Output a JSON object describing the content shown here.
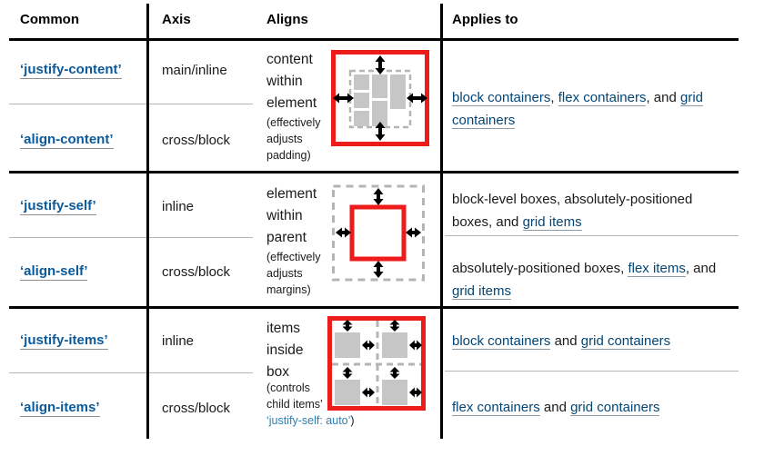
{
  "title": "CSS alignment properties overview table",
  "colors": {
    "property_link": "#0b5a9c",
    "body_link": "#034575",
    "css_value_link": "#2e7eb3",
    "diagram_red": "#ee1b1b",
    "diagram_tile_gray": "#c6c6c6",
    "diagram_dash_gray": "#b4b4b4",
    "rule_black": "#000000",
    "rule_gray": "#b6b6b6"
  },
  "header": {
    "common": "Common",
    "axis": "Axis",
    "aligns": "Aligns",
    "applies": "Applies to"
  },
  "groups": [
    {
      "rows": [
        {
          "property": "‘justify-content’",
          "axis": "main/inline"
        },
        {
          "property": "‘align-content’",
          "axis": "cross/block"
        }
      ],
      "aligns_lines": [
        "content",
        "within",
        "element"
      ],
      "aligns_note_lines": [
        "(effectively",
        "adjusts",
        "padding)"
      ],
      "diagram": "content-within-element-diagram",
      "applies": [
        {
          "segments": [
            {
              "text": "block containers",
              "type": "link"
            },
            {
              "text": ", ",
              "type": "plain"
            },
            {
              "text": "flex containers",
              "type": "link"
            },
            {
              "text": ", and ",
              "type": "plain"
            },
            {
              "text": "grid containers",
              "type": "link"
            }
          ]
        }
      ]
    },
    {
      "rows": [
        {
          "property": "‘justify-self’",
          "axis": "inline"
        },
        {
          "property": "‘align-self’",
          "axis": "cross/block"
        }
      ],
      "aligns_lines": [
        "element",
        "within",
        "parent"
      ],
      "aligns_note_lines": [
        "(effectively",
        "adjusts",
        "margins)"
      ],
      "diagram": "element-within-parent-diagram",
      "applies": [
        {
          "segments": [
            {
              "text": "block-level boxes, absolutely-positioned boxes, and ",
              "type": "plain"
            },
            {
              "text": "grid items",
              "type": "link"
            }
          ]
        },
        {
          "segments": [
            {
              "text": "absolutely-positioned boxes, ",
              "type": "plain"
            },
            {
              "text": "flex items",
              "type": "link"
            },
            {
              "text": ", and ",
              "type": "plain"
            },
            {
              "text": "grid items",
              "type": "link"
            }
          ]
        }
      ]
    },
    {
      "rows": [
        {
          "property": "‘justify-items’",
          "axis": "inline"
        },
        {
          "property": "‘align-items’",
          "axis": "cross/block"
        }
      ],
      "aligns_lines": [
        "items",
        "inside",
        "box"
      ],
      "aligns_note_lines": [
        "(controls",
        "child items’",
        [
          {
            "text": "‘justify-self: auto’",
            "type": "css"
          },
          {
            "text": ")",
            "type": "plain"
          }
        ]
      ],
      "diagram": "items-inside-box-diagram",
      "applies": [
        {
          "segments": [
            {
              "text": "block containers",
              "type": "link"
            },
            {
              "text": " and ",
              "type": "plain"
            },
            {
              "text": "grid containers",
              "type": "link"
            }
          ]
        },
        {
          "segments": [
            {
              "text": "flex containers",
              "type": "link"
            },
            {
              "text": " and ",
              "type": "plain"
            },
            {
              "text": "grid containers",
              "type": "link"
            }
          ]
        }
      ]
    }
  ]
}
